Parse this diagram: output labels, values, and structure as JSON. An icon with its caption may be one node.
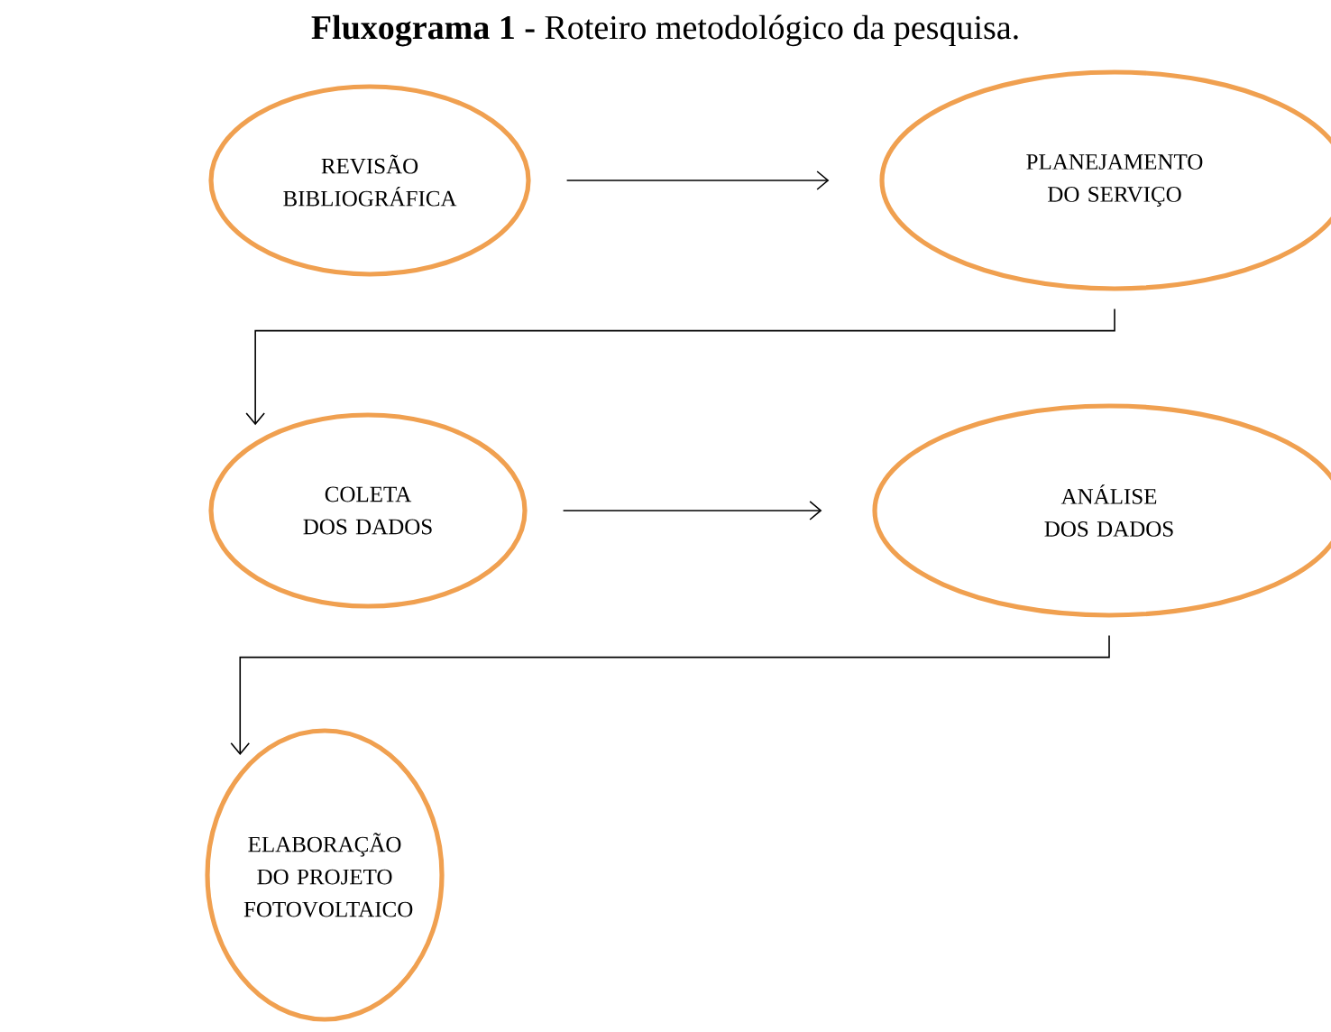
{
  "diagram": {
    "title": "**Fluxograma 1 -** Roteiro metodológico da pesquisa.",
    "nodes": [
      {
        "text": [
          "REVISÃO BIBLIOGRÁFICA"
        ]
      },
      {
        "text": [
          "PLANEJAMENTO DO SERVIÇO"
        ]
      },
      {
        "text": [
          "COLETA DOS DADOS"
        ]
      },
      {
        "text": [
          "ANÁLISE DOS DADOS"
        ]
      },
      {
        "text": [
          "ELABORAÇÃO DO PROJETO FOTOVOLTAICO"
        ]
      }
    ],
    "edges": [
      {
        "from": 0,
        "to": 1,
        "arrow": "to"
      },
      {
        "from": 1,
        "to": 2,
        "arrow": "to"
      },
      {
        "from": 2,
        "to": 3,
        "arrow": "to"
      },
      {
        "from": 3,
        "to": 4,
        "arrow": "to"
      }
    ]
  }
}
